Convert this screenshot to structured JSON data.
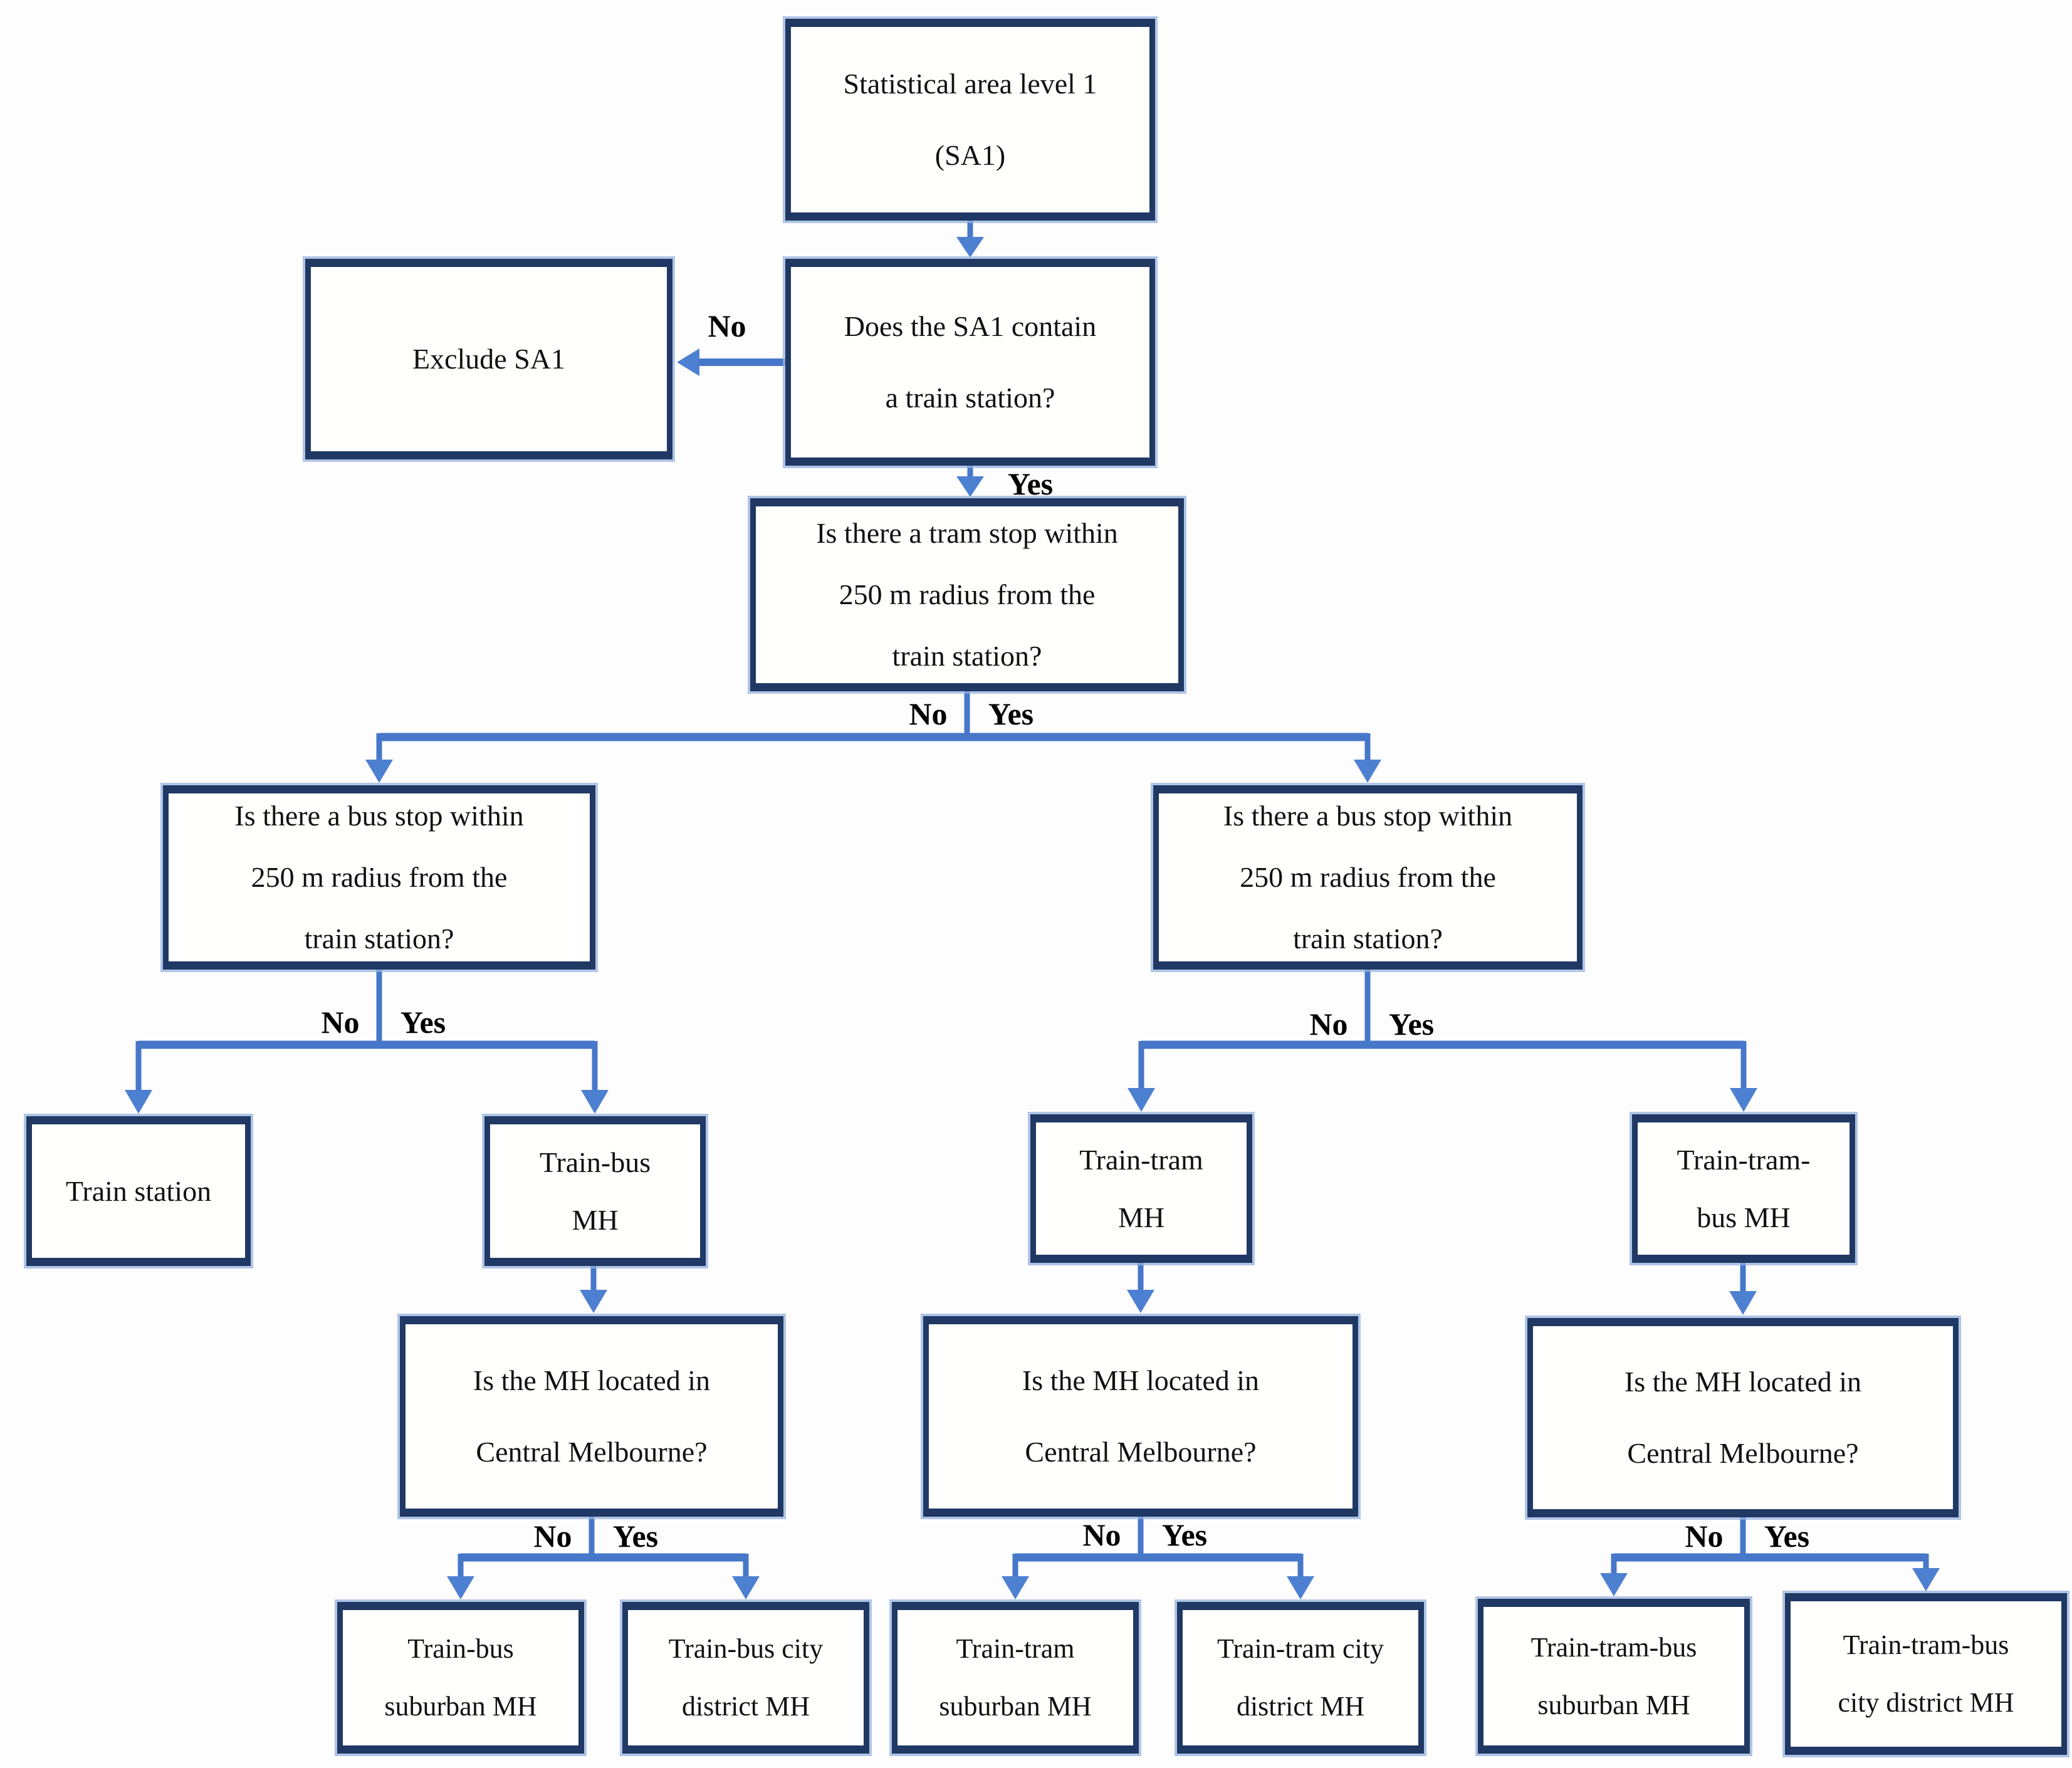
{
  "edge_labels": {
    "no": "No",
    "yes": "Yes"
  },
  "nodes": {
    "sa1": "Statistical area level 1\n(SA1)",
    "exclude_sa1": "Exclude SA1",
    "q_train_station": "Does the SA1 contain\na train station?",
    "q_tram_stop": "Is there a tram stop within\n250 m radius from the\ntrain station?",
    "q_bus_stop_left": "Is there a bus stop within\n250 m radius from the\ntrain station?",
    "q_bus_stop_right": "Is there a bus stop within\n250 m radius from the\ntrain station?",
    "train_station": "Train station",
    "train_bus_mh": "Train-bus\nMH",
    "train_tram_mh": "Train-tram\nMH",
    "train_tram_bus_mh": "Train-tram-\nbus MH",
    "q_central_melbourne_left": "Is the MH located in\nCentral Melbourne?",
    "q_central_melbourne_mid": "Is the MH located in\nCentral Melbourne?",
    "q_central_melbourne_right": "Is the MH located in\nCentral Melbourne?",
    "train_bus_suburban": "Train-bus\nsuburban MH",
    "train_bus_city_district": "Train-bus city\ndistrict MH",
    "train_tram_suburban": "Train-tram\nsuburban MH",
    "train_tram_city_district": "Train-tram city\ndistrict MH",
    "train_tram_bus_suburban": "Train-tram-bus\nsuburban MH",
    "train_tram_bus_city_district": "Train-tram-bus\ncity district MH"
  },
  "colors": {
    "box_border": "#1f3864",
    "box_highlight": "#96b1dd",
    "connector": "#4677c9",
    "arrowhead": "#4e80d2",
    "text": "#111111"
  }
}
